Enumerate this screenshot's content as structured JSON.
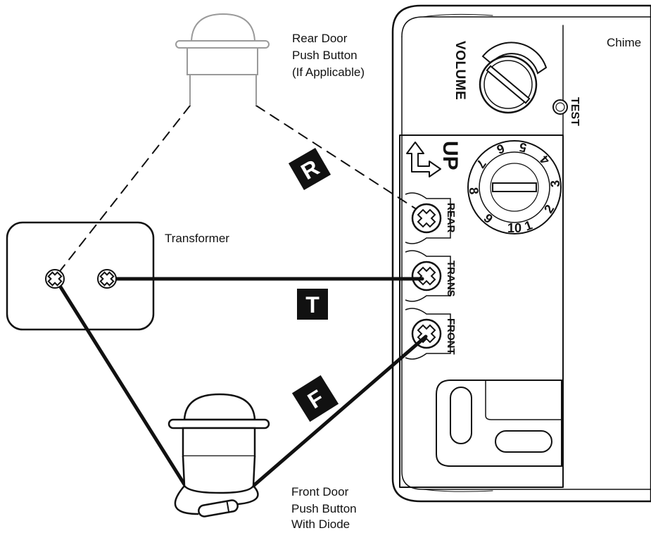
{
  "labels": {
    "chime": "Chime",
    "transformer": "Transformer",
    "rear_door": [
      "Rear Door",
      "Push Button",
      "(If Applicable)"
    ],
    "front_door": [
      "Front Door",
      "Push Button",
      "With Diode"
    ]
  },
  "chime": {
    "volume": "VOLUME",
    "test": "TEST",
    "up": "UP",
    "terminals": [
      "REAR",
      "TRANS",
      "FRONT"
    ],
    "dial_numbers": [
      "1",
      "2",
      "3",
      "4",
      "5",
      "6",
      "7",
      "8",
      "9",
      "10"
    ]
  },
  "wire_tags": [
    "R",
    "T",
    "F"
  ],
  "colors": {
    "line": "#111111",
    "ghost": "#9a9a9a",
    "background": "#ffffff"
  }
}
